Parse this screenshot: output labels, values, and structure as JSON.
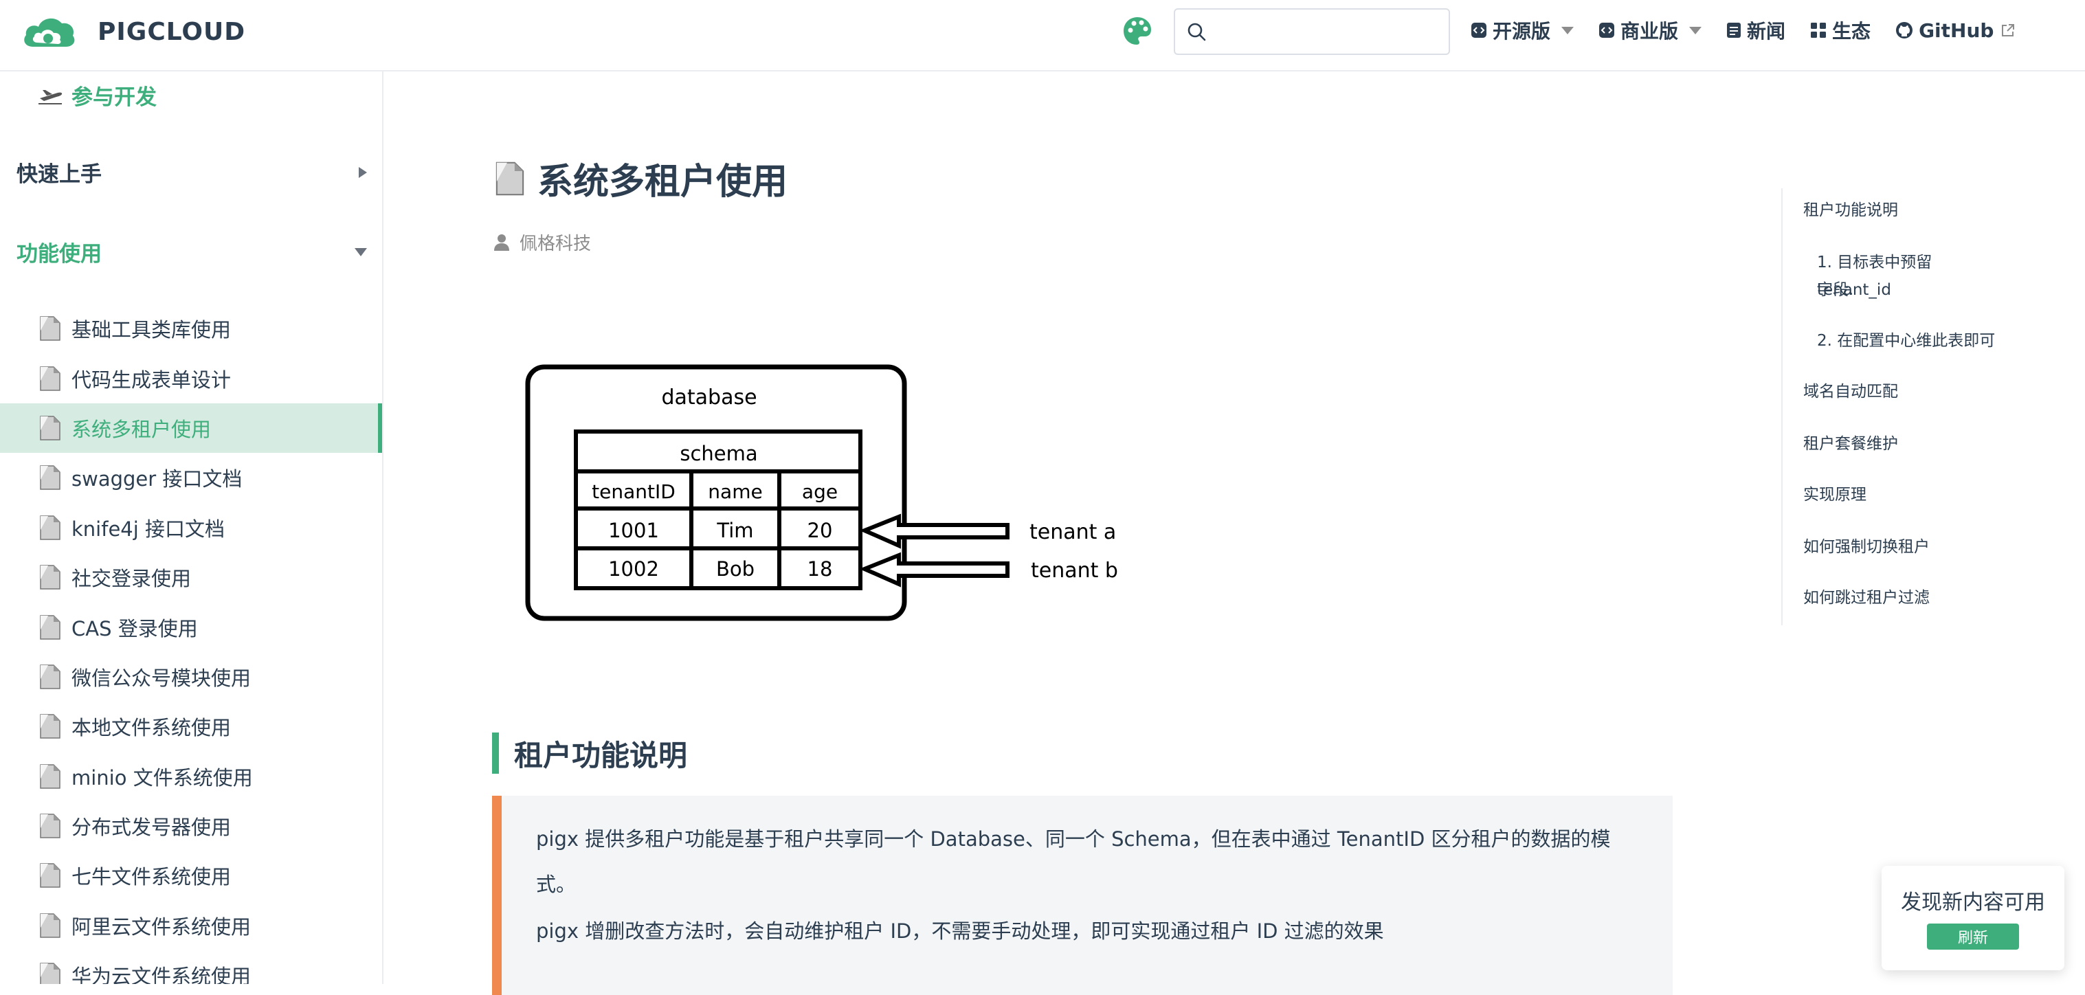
{
  "brand": {
    "title": "PIGCLOUD",
    "color": "#3eaf7c"
  },
  "search": {
    "placeholder": "",
    "value": ""
  },
  "nav": {
    "items": [
      {
        "label": "开源版",
        "icon": "code-icon",
        "dropdown": true
      },
      {
        "label": "商业版",
        "icon": "code-icon",
        "dropdown": true
      },
      {
        "label": "新闻",
        "icon": "news-icon",
        "dropdown": false
      },
      {
        "label": "生态",
        "icon": "grid-icon",
        "dropdown": false
      },
      {
        "label": "GitHub",
        "icon": "github-icon",
        "dropdown": false
      }
    ]
  },
  "sidebar": {
    "dev_link": "参与开发",
    "groups": [
      {
        "label": "快速上手",
        "expanded": false
      },
      {
        "label": "功能使用",
        "expanded": true
      }
    ],
    "items": [
      "基础工具类库使用",
      "代码生成表单设计",
      "系统多租户使用",
      "swagger 接口文档",
      "knife4j 接口文档",
      "社交登录使用",
      "CAS 登录使用",
      "微信公众号模块使用",
      "本地文件系统使用",
      "minio 文件系统使用",
      "分布式发号器使用",
      "七牛文件系统使用",
      "阿里云文件系统使用",
      "华为云文件系统使用"
    ],
    "active_index": 2
  },
  "page": {
    "title": "系统多租户使用",
    "author": "佩格科技"
  },
  "diagram": {
    "database_label": "database",
    "schema_label": "schema",
    "headers": [
      "tenantID",
      "name",
      "age"
    ],
    "rows": [
      [
        "1001",
        "Tim",
        "20"
      ],
      [
        "1002",
        "Bob",
        "18"
      ]
    ],
    "tenants": [
      "tenant a",
      "tenant b"
    ]
  },
  "section": {
    "title": "租户功能说明",
    "paragraphs": [
      "pigx 提供多租户功能是基于租户共享同一个 Database、同一个 Schema，但在表中通过 TenantID 区分租户的数据的模式。",
      "pigx 增删改查方法时，会自动维护租户 ID，不需要手动处理，即可实现通过租户 ID 过滤的效果"
    ]
  },
  "toc": {
    "items": [
      "租户功能说明",
      "1. 目标表中预留 tenant_id",
      "字段.",
      "2. 在配置中心维此表即可",
      "域名自动匹配",
      "租户套餐维护",
      "实现原理",
      "如何强制切换租户",
      "如何跳过租户过滤"
    ]
  },
  "popup": {
    "message": "发现新内容可用",
    "button": "刷新"
  }
}
